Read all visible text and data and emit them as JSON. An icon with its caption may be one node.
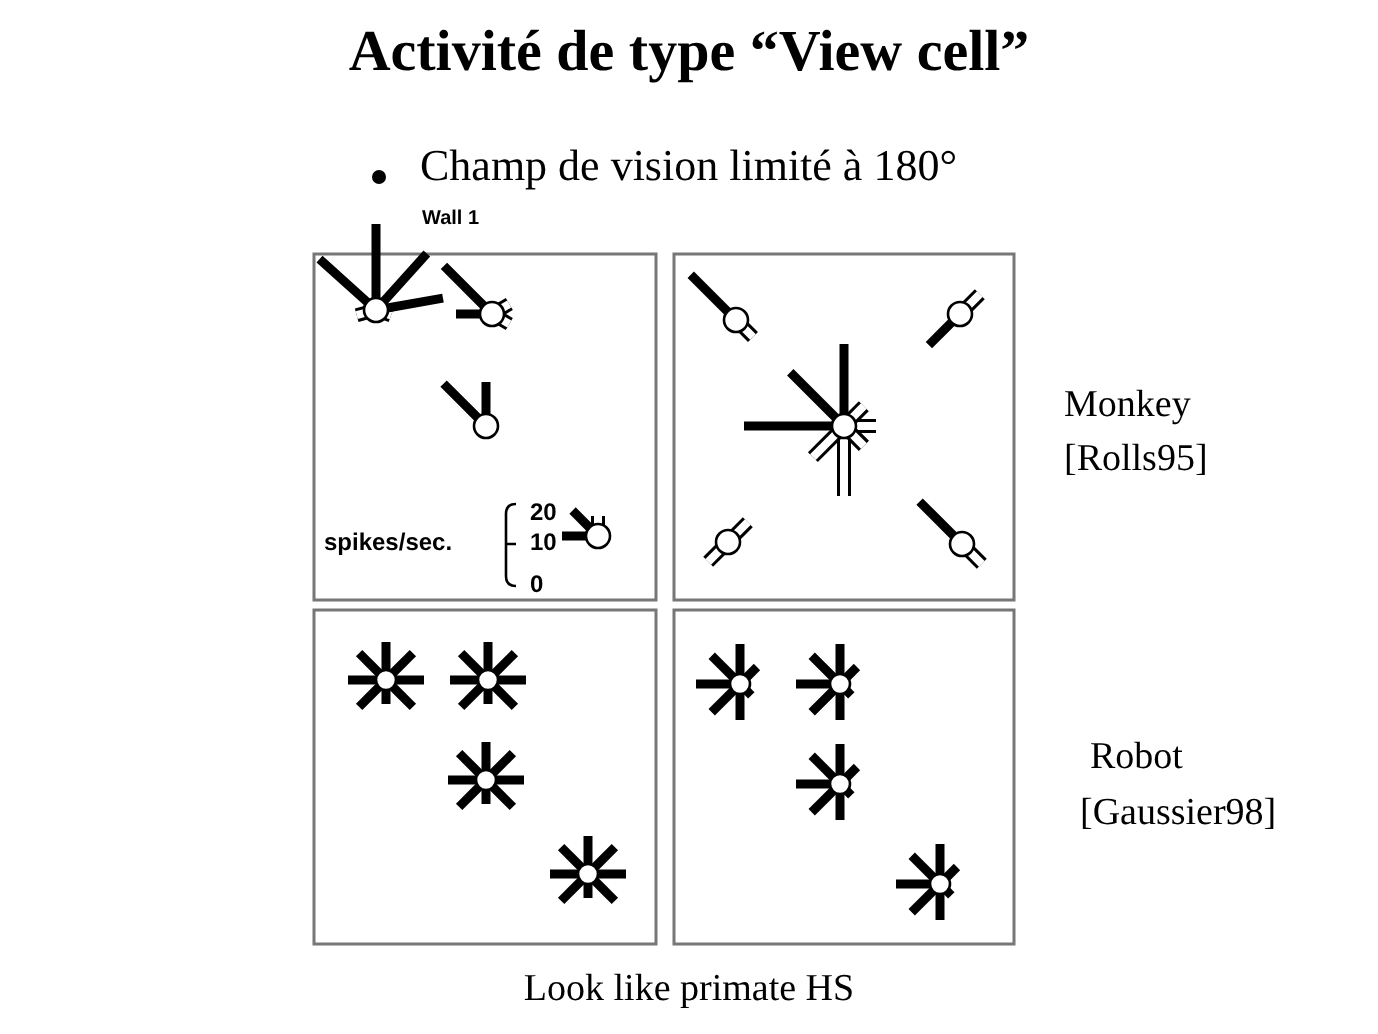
{
  "diagram": {
    "title": "Activité de type “View cell”",
    "labels": [
      "Champ de vision limité à 180°",
      "Wall 1",
      "Monkey",
      "[Rolls95]",
      "spikes/sec.",
      "20",
      "10",
      "0",
      "Robot",
      "[Gaussier98]"
    ],
    "caption": "Look like primate HS"
  }
}
